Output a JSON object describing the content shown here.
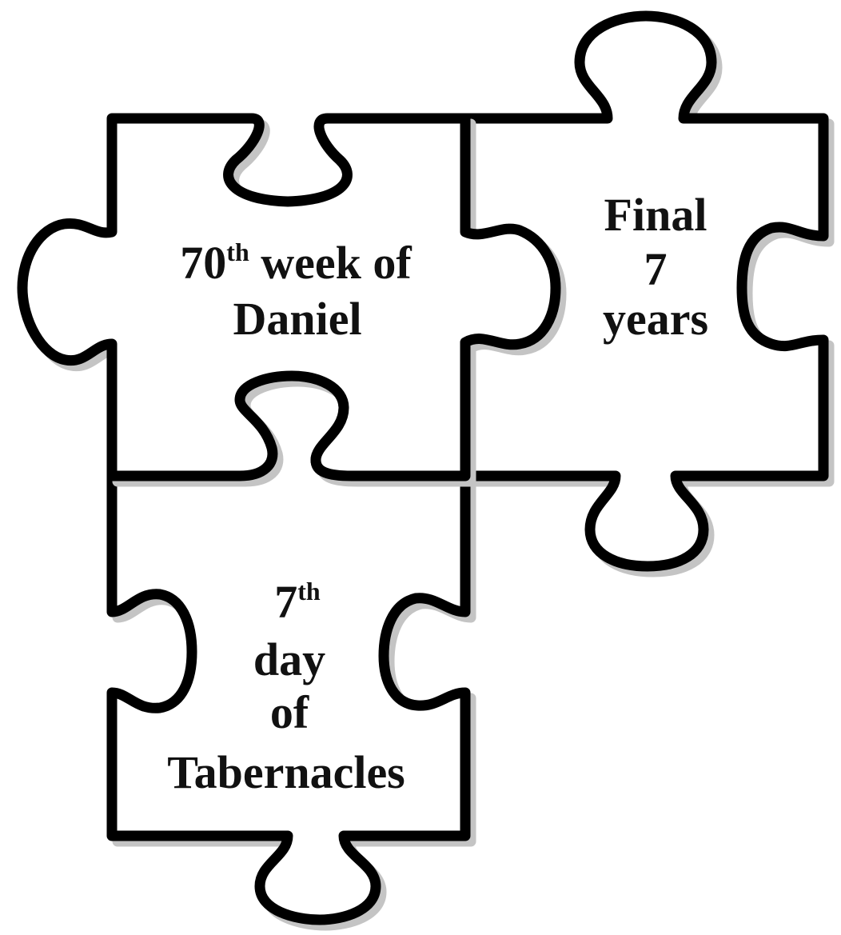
{
  "pieces": {
    "top_left": {
      "line1_number": "70",
      "line1_sup": "th",
      "line1_rest": " week of",
      "line2": "Daniel"
    },
    "right": {
      "line1": "Final",
      "line2": "7",
      "line3": "years"
    },
    "bottom": {
      "line1_number": "7",
      "line1_sup": "th",
      "line2": "day",
      "line3": "of",
      "line4": "Tabernacles"
    }
  },
  "colors": {
    "outline": "#000000",
    "shadow": "#c4c4c4",
    "fill": "#ffffff",
    "text": "#111111"
  }
}
